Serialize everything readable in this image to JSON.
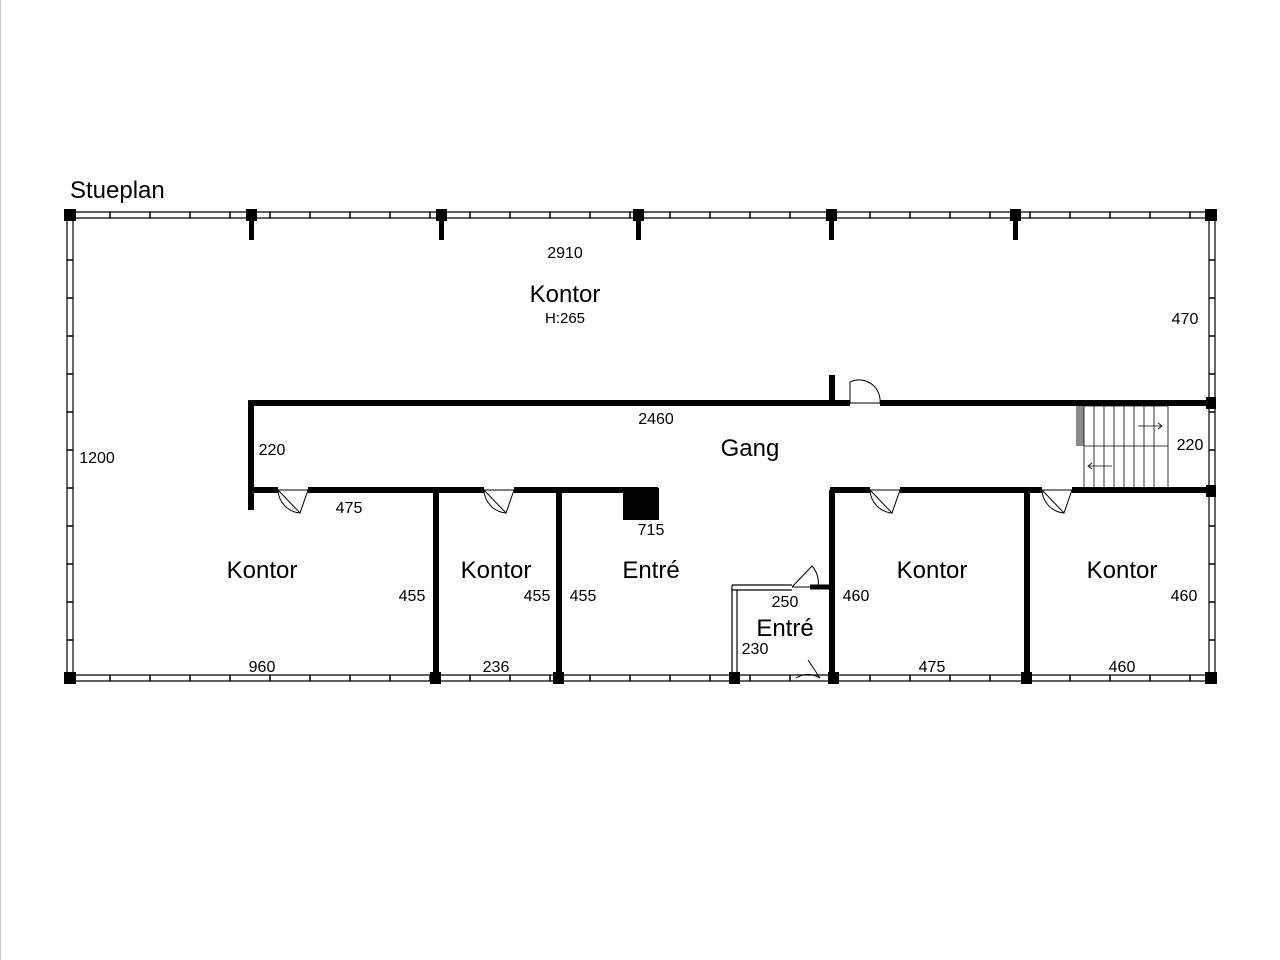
{
  "plan": {
    "title": "Stueplan",
    "rooms": {
      "kontor_top": "Kontor",
      "kontor_top_height": "H:265",
      "gang": "Gang",
      "kontor_left": "Kontor",
      "kontor_mid": "Kontor",
      "entre_main": "Entré",
      "entre_small": "Entré",
      "kontor_right1": "Kontor",
      "kontor_right2": "Kontor"
    },
    "dimensions": {
      "top_width": "2910",
      "right_top": "470",
      "left_height": "1200",
      "gang_length": "2460",
      "gang_left": "220",
      "gang_right": "220",
      "left_room_door": "475",
      "chimney": "715",
      "wall_a": "455",
      "wall_b": "455",
      "wall_c": "455",
      "small_entre_width": "250",
      "small_entre_height": "230",
      "right_wall_a": "460",
      "right_wall_b": "460",
      "bottom_left": "960",
      "bottom_mid": "236",
      "bottom_right1": "475",
      "bottom_right2": "460"
    },
    "colors": {
      "wall": "#000000",
      "stair_post": "#8a8a8a"
    }
  }
}
